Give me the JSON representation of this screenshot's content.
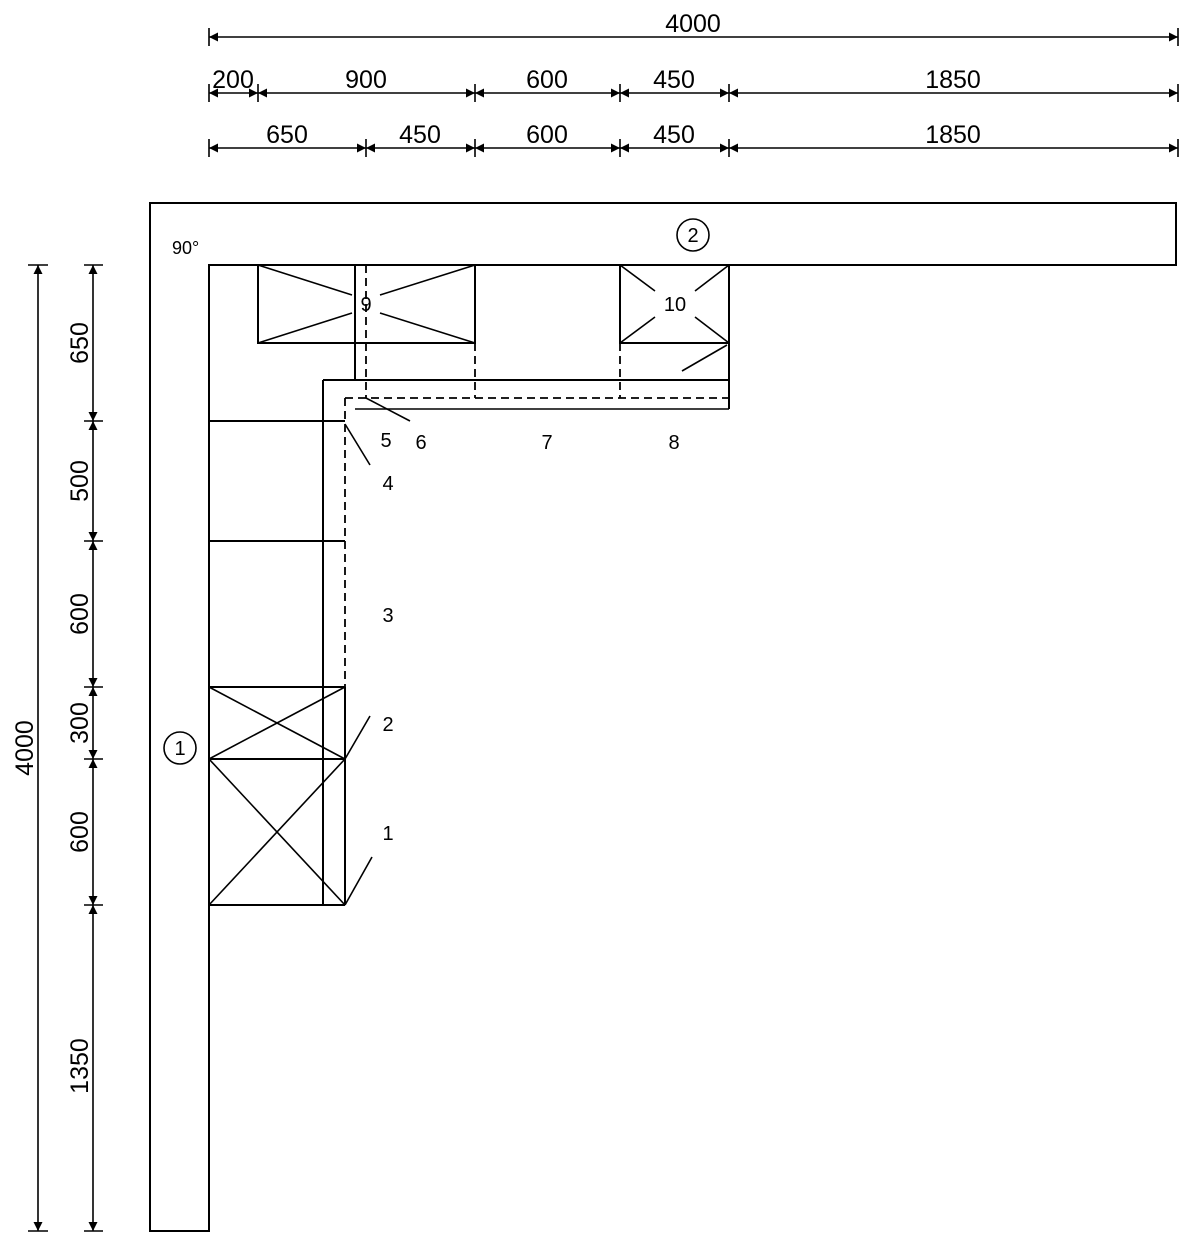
{
  "top_dimensions": {
    "overall": "4000",
    "row1": [
      "200",
      "900",
      "600",
      "450",
      "1850"
    ],
    "row2": [
      "650",
      "450",
      "600",
      "450",
      "1850"
    ]
  },
  "left_dimensions": {
    "overall": "4000",
    "segments": [
      "650",
      "500",
      "600",
      "300",
      "600",
      "1350"
    ]
  },
  "angle_label": "90°",
  "worktop_markers": [
    "1",
    "2"
  ],
  "unit_numbers": [
    "1",
    "2",
    "3",
    "4",
    "5",
    "6",
    "7",
    "8",
    "9",
    "10"
  ]
}
